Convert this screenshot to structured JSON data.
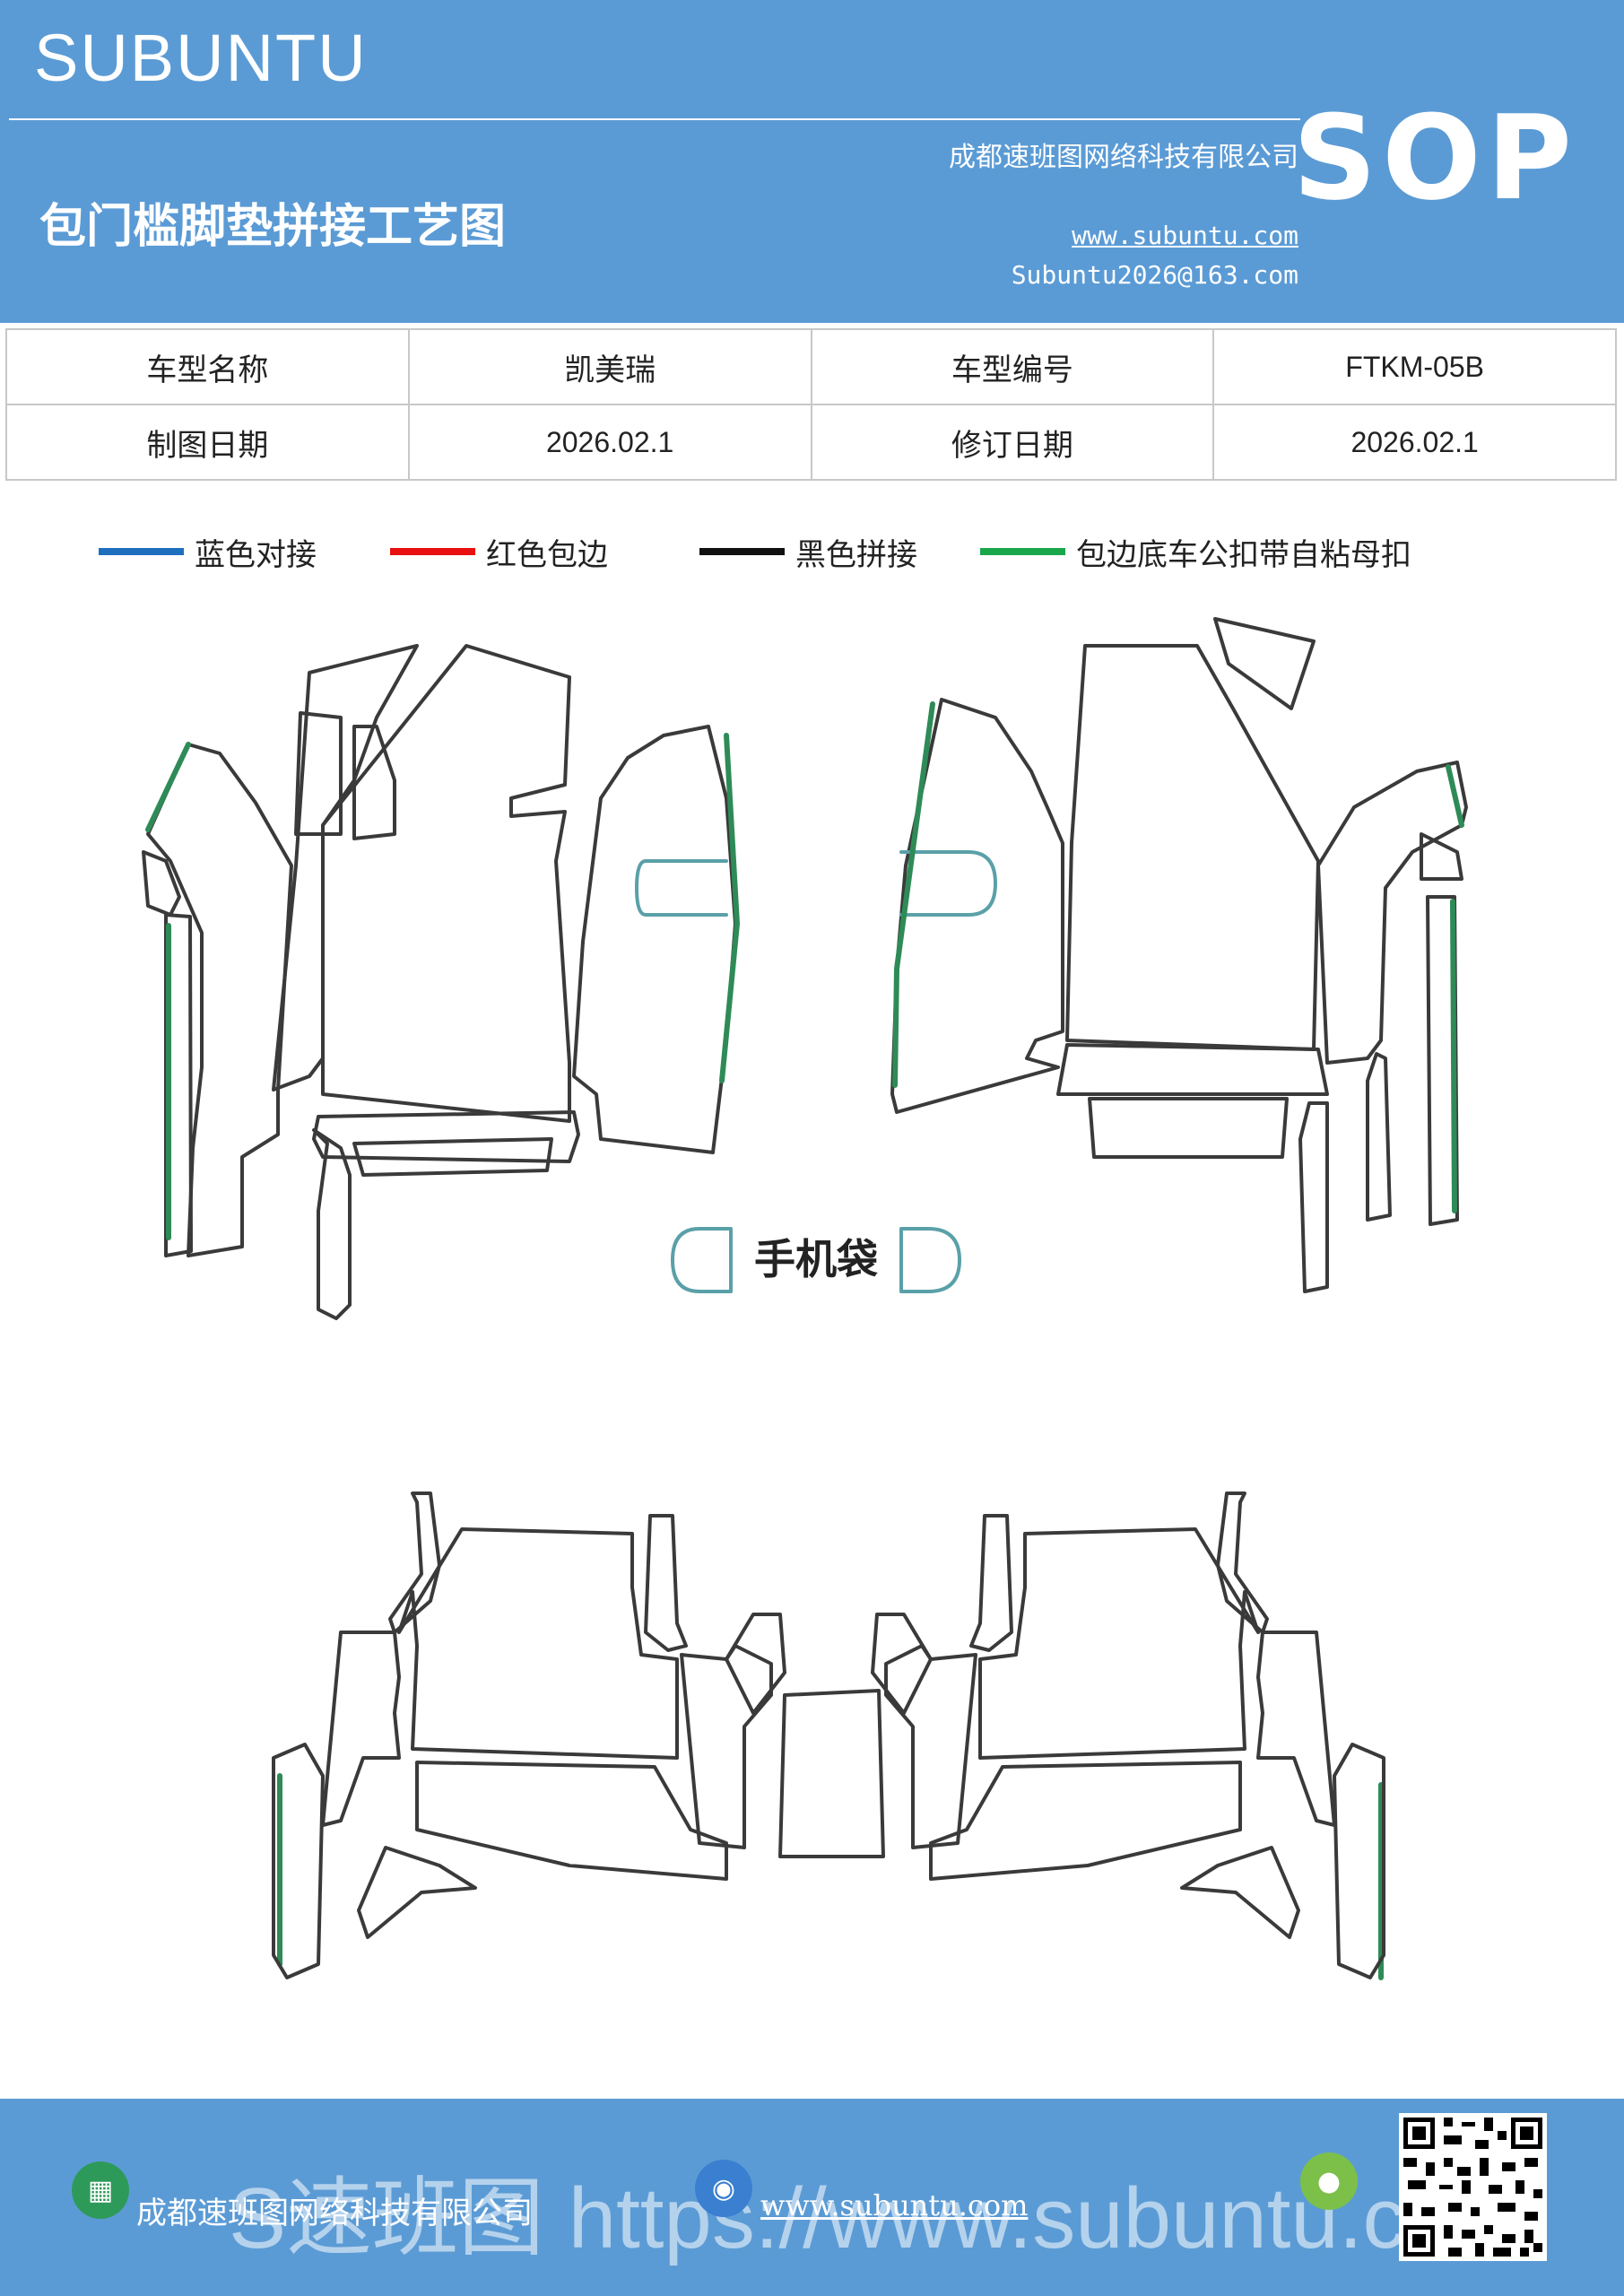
{
  "header": {
    "brand": "SUBUNTU",
    "title": "包门槛脚垫拼接工艺图",
    "company": "成都速班图网络科技有限公司",
    "website": "www.subuntu.com",
    "email": "Subuntu2026@163.com",
    "badge": "SOP"
  },
  "info": {
    "model_name_label": "车型名称",
    "model_name_value": "凯美瑞",
    "model_code_label": "车型编号",
    "model_code_value": "FTKM-05B",
    "draw_date_label": "制图日期",
    "draw_date_value": "2026.02.1",
    "revise_date_label": "修订日期",
    "revise_date_value": "2026.02.1"
  },
  "legend": [
    {
      "label": "蓝色对接",
      "color": "#1f6fbf"
    },
    {
      "label": "红色包边",
      "color": "#e81010"
    },
    {
      "label": "黑色拼接",
      "color": "#111111"
    },
    {
      "label": "包边底车公扣带自粘母扣",
      "color": "#1aa64a"
    }
  ],
  "diagram": {
    "phone_pocket_label": "手机袋",
    "colors": {
      "outline": "#3a3a3a",
      "edge": "#b77a7a",
      "green": "#2e8b57",
      "teal": "#5aa0a8"
    }
  },
  "footer": {
    "company": "成都速班图网络科技有限公司",
    "website": "www.subuntu.com",
    "watermark": "S速班图 https://www.subuntu.com"
  }
}
